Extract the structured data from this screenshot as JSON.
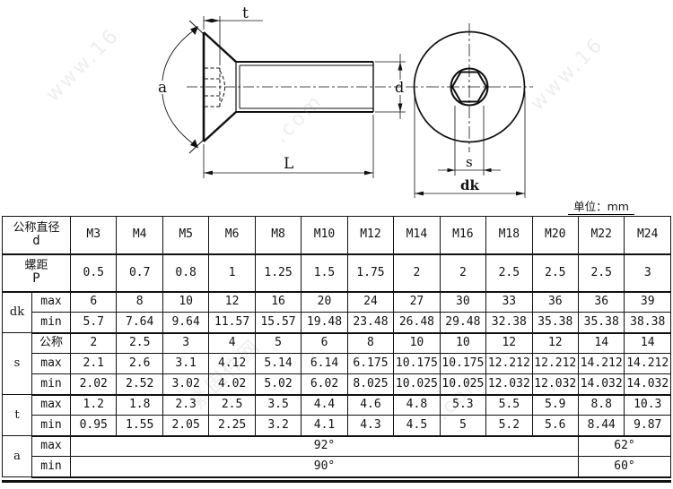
{
  "unit_label": "单位：mm",
  "watermarks": [
    "www.16",
    ".com",
    "www.16",
    "紧固件网",
    ".com"
  ],
  "drawing": {
    "labels": {
      "t": "t",
      "a": "a",
      "L": "L",
      "d": "d",
      "s": "s",
      "dk": "dk"
    }
  },
  "table": {
    "diameter_header": {
      "line1": "公称直径",
      "line2": "d"
    },
    "pitch_header": {
      "line1": "螺距",
      "line2": "P"
    },
    "sizes": [
      "M3",
      "M4",
      "M5",
      "M6",
      "M8",
      "M10",
      "M12",
      "M14",
      "M16",
      "M18",
      "M20",
      "M22",
      "M24"
    ],
    "pitch": [
      "0.5",
      "0.7",
      "0.8",
      "1",
      "1.25",
      "1.5",
      "1.75",
      "2",
      "2",
      "2.5",
      "2.5",
      "2.5",
      "3"
    ],
    "groups": [
      {
        "name": "dk",
        "rows": [
          {
            "label": "max",
            "values": [
              "6",
              "8",
              "10",
              "12",
              "16",
              "20",
              "24",
              "27",
              "30",
              "33",
              "36",
              "36",
              "39"
            ]
          },
          {
            "label": "min",
            "values": [
              "5.7",
              "7.64",
              "9.64",
              "11.57",
              "15.57",
              "19.48",
              "23.48",
              "26.48",
              "29.48",
              "32.38",
              "35.38",
              "35.38",
              "38.38"
            ]
          }
        ]
      },
      {
        "name": "s",
        "rows": [
          {
            "label": "公称",
            "values": [
              "2",
              "2.5",
              "3",
              "4",
              "5",
              "6",
              "8",
              "10",
              "10",
              "12",
              "12",
              "14",
              "14"
            ]
          },
          {
            "label": "max",
            "values": [
              "2.1",
              "2.6",
              "3.1",
              "4.12",
              "5.14",
              "6.14",
              "6.175",
              "10.175",
              "10.175",
              "12.212",
              "12.212",
              "14.212",
              "14.212"
            ]
          },
          {
            "label": "min",
            "values": [
              "2.02",
              "2.52",
              "3.02",
              "4.02",
              "5.02",
              "6.02",
              "8.025",
              "10.025",
              "10.025",
              "12.032",
              "12.032",
              "14.032",
              "14.032"
            ]
          }
        ]
      },
      {
        "name": "t",
        "rows": [
          {
            "label": "max",
            "values": [
              "1.2",
              "1.8",
              "2.3",
              "2.5",
              "3.5",
              "4.4",
              "4.6",
              "4.8",
              "5.3",
              "5.5",
              "5.9",
              "8.8",
              "10.3"
            ]
          },
          {
            "label": "min",
            "values": [
              "0.95",
              "1.55",
              "2.05",
              "2.25",
              "3.2",
              "4.1",
              "4.3",
              "4.5",
              "5",
              "5.2",
              "5.6",
              "8.44",
              "9.87"
            ]
          }
        ]
      },
      {
        "name": "a",
        "rows": [
          {
            "label": "max",
            "spans": [
              {
                "text": "92°",
                "cols": 11
              },
              {
                "text": "62°",
                "cols": 2
              }
            ]
          },
          {
            "label": "min",
            "spans": [
              {
                "text": "90°",
                "cols": 11
              },
              {
                "text": "60°",
                "cols": 2
              }
            ]
          }
        ]
      }
    ]
  }
}
